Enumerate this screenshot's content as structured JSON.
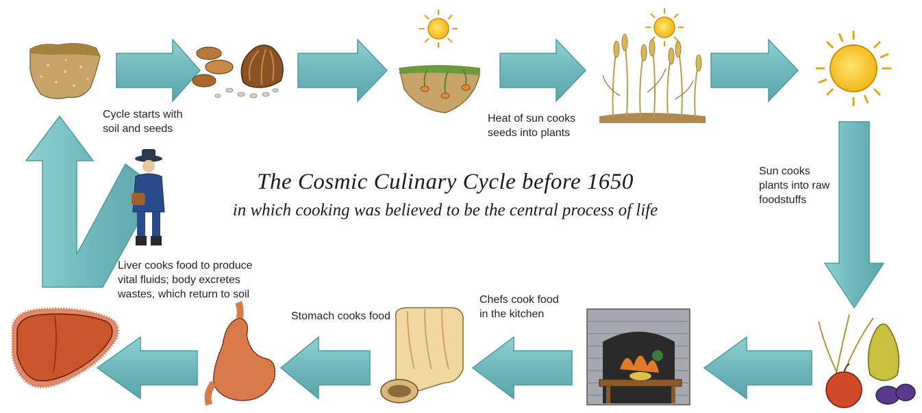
{
  "title": "The Cosmic Culinary Cycle before 1650",
  "subtitle": "in which cooking was believed to be the central process of life",
  "captions": {
    "soil_seeds": [
      "Cycle starts with",
      "soil and seeds"
    ],
    "sun_seeds": [
      "Heat of sun cooks",
      "seeds into plants"
    ],
    "sun_plants": [
      "Sun cooks",
      "plants into raw",
      "foodstuffs"
    ],
    "chefs": [
      "Chefs cook food",
      "in the kitchen"
    ],
    "stomach": [
      "Stomach cooks food"
    ],
    "liver": [
      "Liver cooks food to produce",
      "vital fluids; body excretes",
      "wastes, which return to soil"
    ]
  },
  "colors": {
    "arrow_fill": "#6fb8bd",
    "arrow_edge": "#4a9aa0",
    "sun": "#f6c21f",
    "soil": "#c9a46a",
    "organ": "#c9653a"
  }
}
